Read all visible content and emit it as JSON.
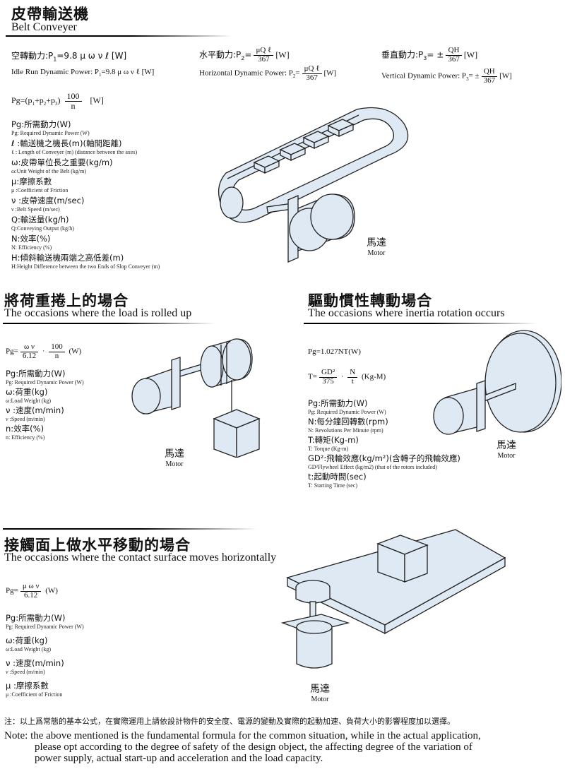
{
  "belt": {
    "title_zh": "皮帶輸送機",
    "title_en": "Belt Conveyer",
    "idle_zh": "空轉動力:P",
    "idle_zh_tail": "=9.8 μ ω ν ℓ [W]",
    "idle_en": "Idle Run Dynamic Power: P",
    "idle_en_tail": "=9.8 μ ω ν ℓ [W]",
    "hor_zh": "水平動力:P",
    "hor_en": "Horizontal Dynamic Power: P",
    "hor_num": "μQ ℓ",
    "hor_den": "367",
    "unit_w": "[W]",
    "vert_zh": "垂直動力:P",
    "vert_en": "Vertical Dynamic Power: P",
    "vert_num": "QH",
    "vert_den": "367",
    "pg_formula": "Pg=(p",
    "pg_num": "100",
    "pg_den": "n",
    "defs": [
      {
        "zh": "Pg:所需動力(W)",
        "en": "Pg: Required Dynamic Power (W)"
      },
      {
        "zh": "ℓ :輸送機之機長(m)(軸間距離)",
        "en": "ℓ : Length of Conveyer (m) (distance between the axes)"
      },
      {
        "zh": "ω:皮帶單位長之重要(kg/m)",
        "en": "ω:Unit Weight of the Belt (kg/m)"
      },
      {
        "zh": "μ:摩擦系數",
        "en": "μ :Coefficient of Friction"
      },
      {
        "zh": "ν :皮帶速度(m/sec)",
        "en": "ν :Belt Speed (m/sec)"
      },
      {
        "zh": "Q:輸送量(kg/h)",
        "en": "Q:Conveying Output (kg/h)"
      },
      {
        "zh": "N:效率(%)",
        "en": "N: Efficiency (%)"
      },
      {
        "zh": "H:傾斜輸送機兩端之高低差(m)",
        "en": "H:Height Difference between the two Ends of Slop Conveyer (m)"
      }
    ],
    "motor_zh": "馬達",
    "motor_en": "Motor"
  },
  "rolled": {
    "title_zh": "將荷重捲上的場合",
    "title_en": "The occasions where the load is rolled up",
    "pg_label": "Pg=",
    "num1": "ω ν",
    "den1": "6.12",
    "dot": "·",
    "num2": "100",
    "den2": "n",
    "unit": "(W)",
    "defs": [
      {
        "zh": "Pg:所需動力(W)",
        "en": "Pg: Required Dynamic Power (W)"
      },
      {
        "zh": "ω:荷重(kg)",
        "en": "ω:Load Weight (kg)"
      },
      {
        "zh": "ν :速度(m/min)",
        "en": "ν :Speed (m/min)"
      },
      {
        "zh": "n:效率(%)",
        "en": "n: Efficiency (%)"
      }
    ],
    "motor_zh": "馬達",
    "motor_en": "Motor"
  },
  "inertia": {
    "title_zh": "驅動慣性轉動場合",
    "title_en": "The occasions where inertia rotation occurs",
    "pg_formula": "Pg=1.027NT(W)",
    "t_label": "T=",
    "num1": "GD²",
    "den1": "375",
    "dot": "·",
    "num2": "N",
    "den2": "t",
    "unit": "(Kg-M)",
    "defs": [
      {
        "zh": "Pg:所需動力(W)",
        "en": "Pg: Required Dynamic Power (W)"
      },
      {
        "zh": "N:每分鐘回轉數(rpm)",
        "en": "N: Revolutions Per Minute (rpm)"
      },
      {
        "zh": "T:轉矩(Kg-m)",
        "en": "T: Torque (Kg-m)"
      },
      {
        "zh": "GD²:飛輪效應(kg/m²)(含轉子的飛輪效應)",
        "en": "GD²Flywheel Effect (kg/m2) (that of the rotors included)"
      },
      {
        "zh": "t:起動時間(sec)",
        "en": "T: Starting Time (sec)"
      }
    ],
    "motor_zh": "馬達",
    "motor_en": "Motor"
  },
  "contact": {
    "title_zh": "接觸面上做水平移動的場合",
    "title_en": "The occasions where the contact surface moves horizontally",
    "pg_label": "Pg=",
    "num1": "μ ω ν",
    "den1": "6.12",
    "unit": "(W)",
    "defs": [
      {
        "zh": "Pg:所需動力(W)",
        "en": "Pg: Required Dynamic Power (W)"
      },
      {
        "zh": "ω:荷重(kg)",
        "en": "ω:Load Weight (kg)"
      },
      {
        "zh": "ν :速度(m/min)",
        "en": "ν :Speed (m/min)"
      },
      {
        "zh": "μ :摩擦系數",
        "en": "μ :Coefficient of Friction"
      }
    ],
    "motor_zh": "馬達",
    "motor_en": "Motor"
  },
  "note": {
    "zh": "注：以上爲常態的基本公式，在實際運用上請依設計物件的安全度、電源的變動及實際的起動加速、負荷大小的影響程度加以選擇。",
    "en1": "Note: the above mentioned is the fundamental formula for the common situation, while in the actual application,",
    "en2": "please opt according to the degree of safety of the design object, the affecting degree of the variation of",
    "en3": "power supply, actual start-up and acceleration and the load capacity."
  },
  "colors": {
    "fill": "#dfe9f3",
    "stroke": "#222222"
  }
}
